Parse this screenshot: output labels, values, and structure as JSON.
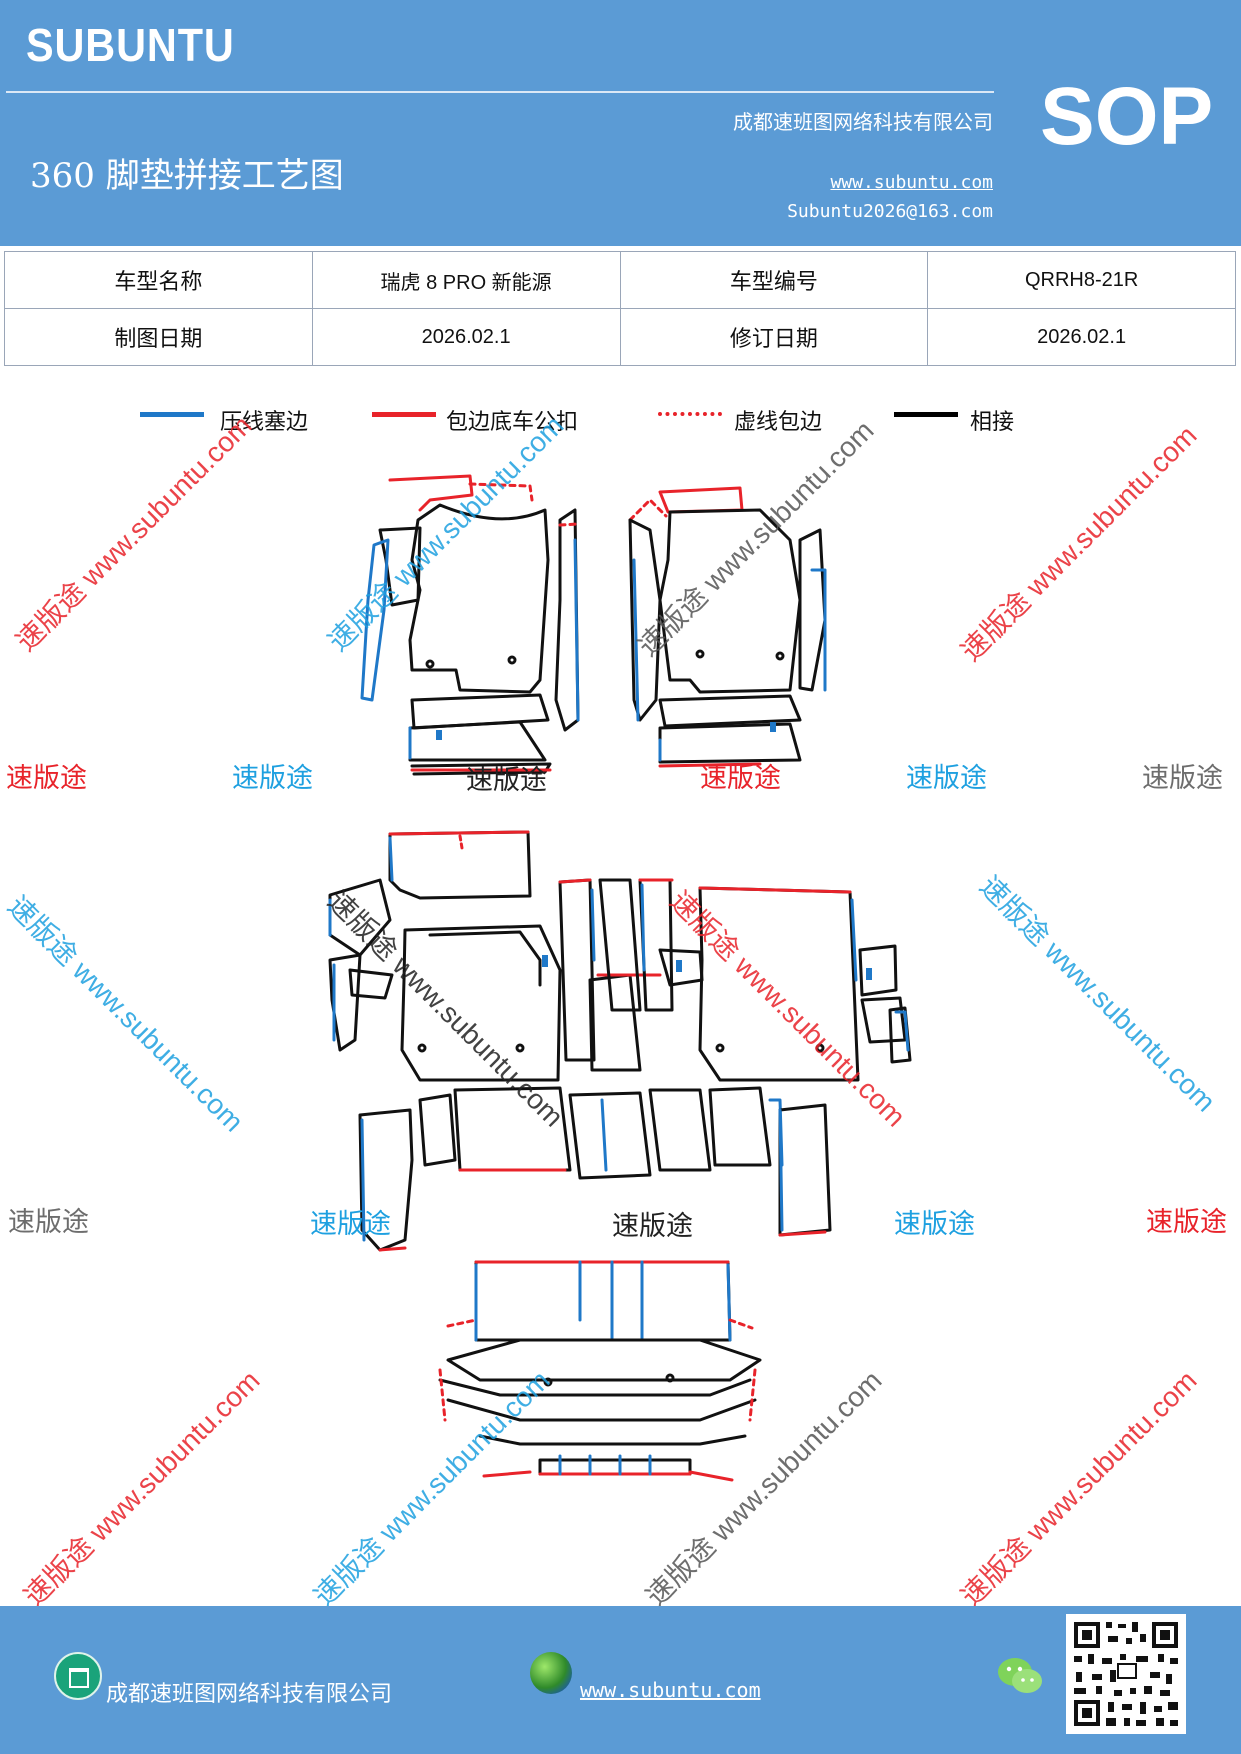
{
  "header": {
    "logo": "SUBUNTU",
    "company": "成都速班图网络科技有限公司",
    "title": "360 脚垫拼接工艺图",
    "url": "www.subuntu.com",
    "email": "Subuntu2026@163.com",
    "badge": "SOP"
  },
  "info": {
    "model_name_label": "车型名称",
    "model_name": "瑞虎 8 PRO 新能源",
    "model_code_label": "车型编号",
    "model_code": "QRRH8-21R",
    "draw_date_label": "制图日期",
    "draw_date": "2026.02.1",
    "revise_date_label": "修订日期",
    "revise_date": "2026.02.1"
  },
  "legend": [
    {
      "label": "压线塞边",
      "color": "#1f78c8",
      "style": "solid"
    },
    {
      "label": "包边底车公扣",
      "color": "#e8232a",
      "style": "solid"
    },
    {
      "label": "虚线包边",
      "color": "#e8232a",
      "style": "dotted"
    },
    {
      "label": "相接",
      "color": "#000000",
      "style": "solid"
    }
  ],
  "watermark": {
    "brand": "速版途",
    "url": "www.subuntu.com",
    "colors": {
      "red": "#e8232a",
      "blue": "#1ea0e0",
      "gray": "#6d6d6d",
      "dark": "#222222"
    }
  },
  "footer": {
    "company": "成都速班图网络科技有限公司",
    "url": "www.subuntu.com",
    "icons": [
      "home-icon",
      "globe-icon",
      "wechat-icon",
      "qr-code"
    ]
  }
}
